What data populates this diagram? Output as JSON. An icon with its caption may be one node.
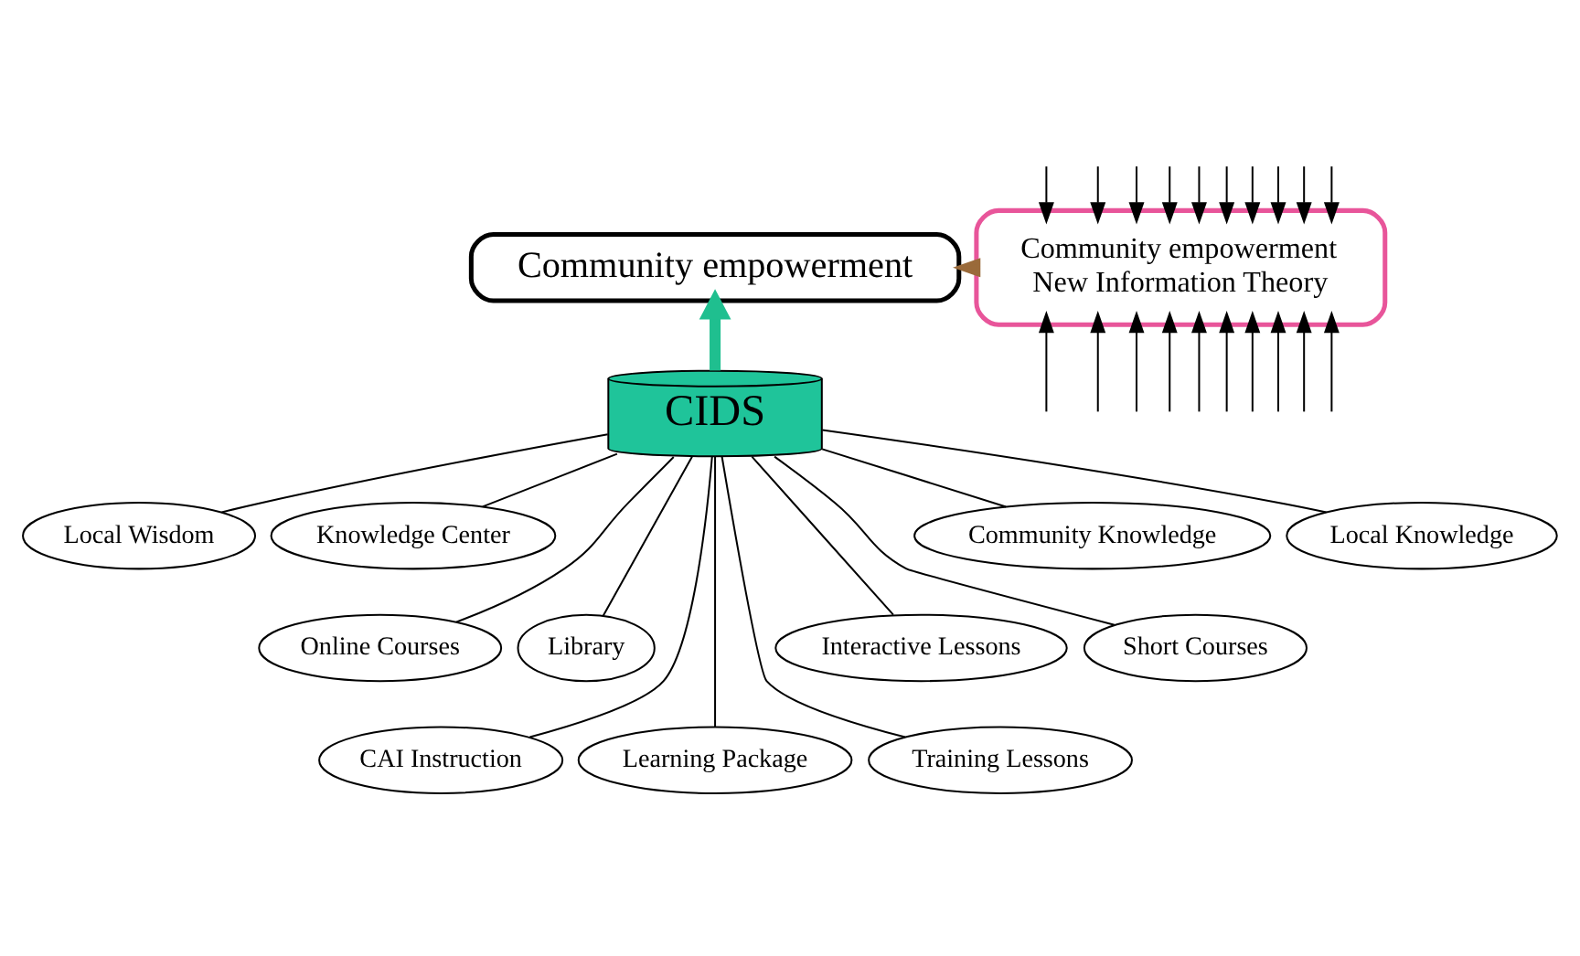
{
  "diagram": {
    "nodes": [
      {
        "text": [
          "Community empowerment"
        ]
      },
      {
        "text": [
          "Community empowerment",
          "New Information Theory"
        ]
      },
      {
        "text": [
          "CIDS"
        ]
      },
      {
        "text": [
          "Local Wisdom"
        ]
      },
      {
        "text": [
          "Knowledge Center"
        ]
      },
      {
        "text": [
          "Online Courses"
        ]
      },
      {
        "text": [
          "Library"
        ]
      },
      {
        "text": [
          "CAI Instruction"
        ]
      },
      {
        "text": [
          "Learning Package"
        ]
      },
      {
        "text": [
          "Training Lessons"
        ]
      },
      {
        "text": [
          "Interactive Lessons"
        ]
      },
      {
        "text": [
          "Short Courses"
        ]
      },
      {
        "text": [
          "Community Knowledge"
        ]
      },
      {
        "text": [
          "Local Knowledge"
        ]
      }
    ],
    "edges": [
      {
        "from": 2,
        "to": 0,
        "arrow": "to",
        "style": "thick",
        "color": "#1fbf8f"
      },
      {
        "from": 1,
        "to": 0,
        "arrow": "to",
        "style": "dashed",
        "color": "#9a6a3a"
      },
      {
        "from": 2,
        "to": 3,
        "arrow": "none"
      },
      {
        "from": 2,
        "to": 4,
        "arrow": "none"
      },
      {
        "from": 2,
        "to": 5,
        "arrow": "none"
      },
      {
        "from": 2,
        "to": 6,
        "arrow": "none"
      },
      {
        "from": 2,
        "to": 7,
        "arrow": "none"
      },
      {
        "from": 2,
        "to": 8,
        "arrow": "none"
      },
      {
        "from": 2,
        "to": 9,
        "arrow": "none"
      },
      {
        "from": 2,
        "to": 10,
        "arrow": "none"
      },
      {
        "from": 2,
        "to": 11,
        "arrow": "none"
      },
      {
        "from": 2,
        "to": 12,
        "arrow": "none"
      },
      {
        "from": 2,
        "to": 13,
        "arrow": "none"
      },
      {
        "from": null,
        "to": 1,
        "arrow": "to"
      },
      {
        "from": null,
        "to": 1,
        "arrow": "to"
      },
      {
        "from": null,
        "to": 1,
        "arrow": "to"
      },
      {
        "from": null,
        "to": 1,
        "arrow": "to"
      },
      {
        "from": null,
        "to": 1,
        "arrow": "to"
      },
      {
        "from": null,
        "to": 1,
        "arrow": "to"
      },
      {
        "from": null,
        "to": 1,
        "arrow": "to"
      },
      {
        "from": null,
        "to": 1,
        "arrow": "to"
      },
      {
        "from": null,
        "to": 1,
        "arrow": "to"
      },
      {
        "from": null,
        "to": 1,
        "arrow": "to"
      },
      {
        "from": null,
        "to": 1,
        "arrow": "to"
      },
      {
        "from": null,
        "to": 1,
        "arrow": "to"
      },
      {
        "from": null,
        "to": 1,
        "arrow": "to"
      },
      {
        "from": null,
        "to": 1,
        "arrow": "to"
      },
      {
        "from": null,
        "to": 1,
        "arrow": "to"
      },
      {
        "from": null,
        "to": 1,
        "arrow": "to"
      },
      {
        "from": null,
        "to": 1,
        "arrow": "to"
      },
      {
        "from": null,
        "to": 1,
        "arrow": "to"
      },
      {
        "from": null,
        "to": 1,
        "arrow": "to"
      },
      {
        "from": null,
        "to": 1,
        "arrow": "to"
      }
    ]
  }
}
